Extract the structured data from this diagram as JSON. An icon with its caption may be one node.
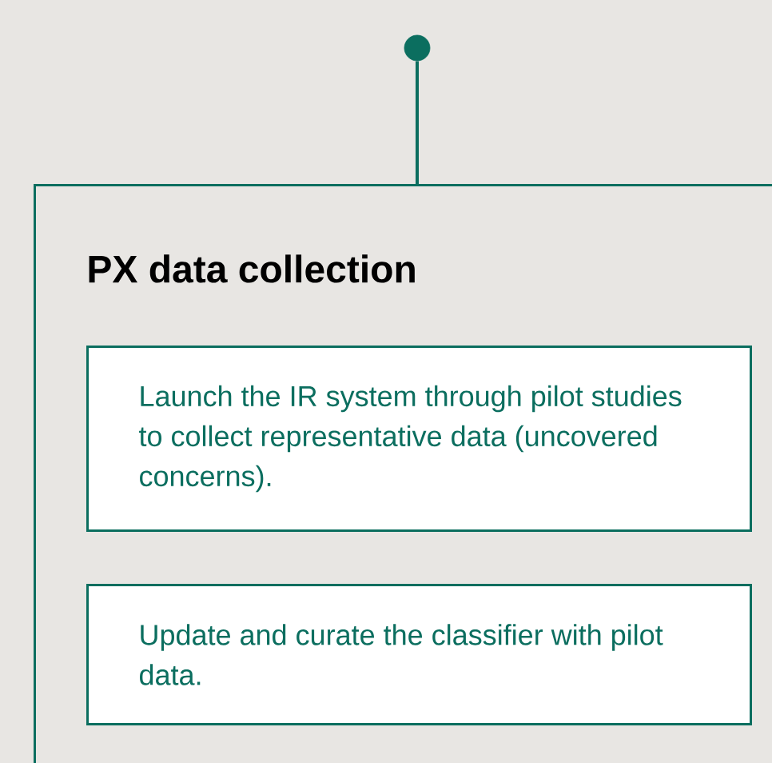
{
  "diagram": {
    "nodes": [
      {
        "text": [
          "PX data collection"
        ]
      },
      {
        "text": [
          "Launch the IR system through pilot studies to collect representative data (uncovered concerns)."
        ],
        "in": 0
      },
      {
        "text": [
          "Update and curate the classifier with pilot data."
        ],
        "in": 0
      },
      {
        "text": [],
        "shape": "circle"
      }
    ],
    "edges": [
      {
        "from": 3,
        "to": 0,
        "arrow": "none"
      }
    ]
  }
}
